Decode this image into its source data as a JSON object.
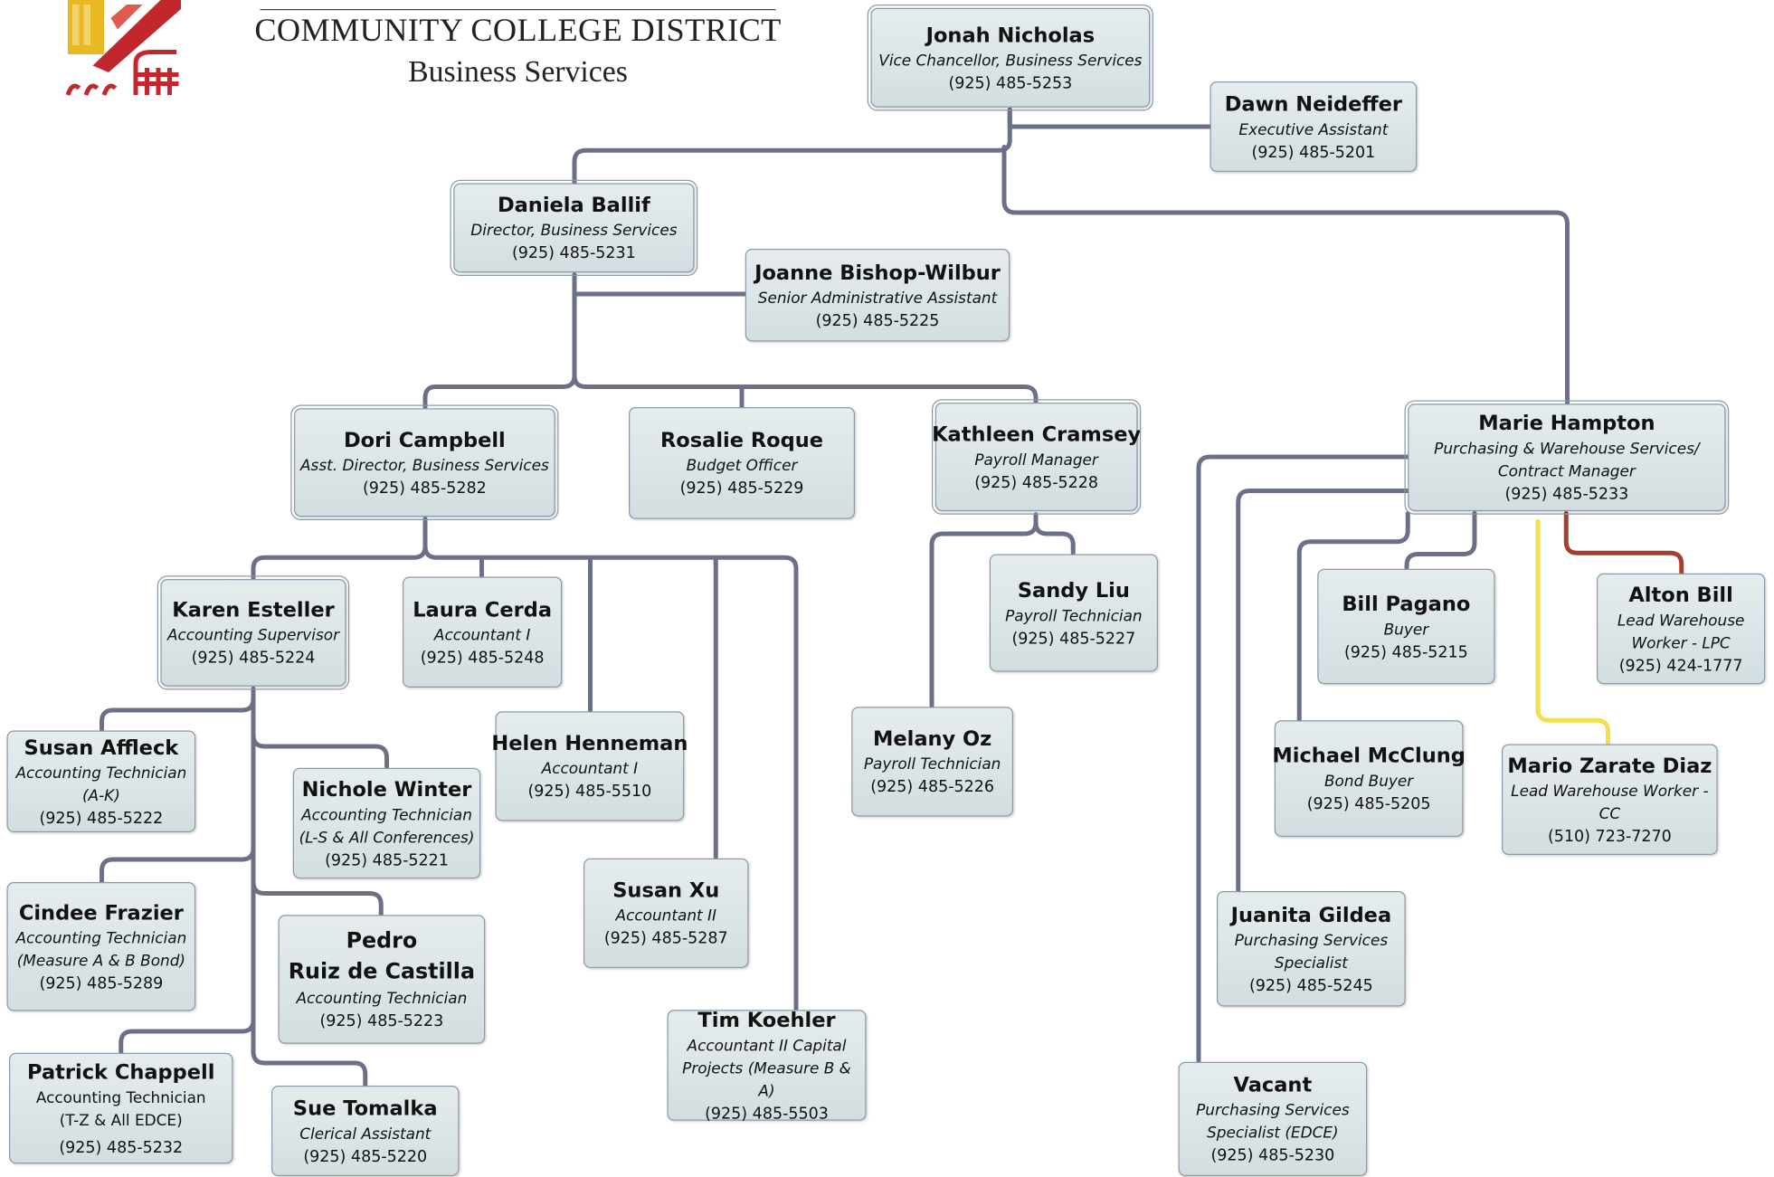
{
  "header": {
    "line1": "COMMUNITY COLLEGE DISTRICT",
    "line2": "Business Services"
  },
  "logo": {
    "icon": "district-logo-icon"
  },
  "colors": {
    "connector": "#6b7088",
    "connector_red": "#a2402c",
    "connector_yellow": "#f5dd4c",
    "box_border": "#8a9aa8"
  },
  "people": {
    "nicholas": {
      "name": "Jonah Nicholas",
      "title": "Vice Chancellor, Business Services",
      "phone": "(925) 485-5253"
    },
    "neideffer": {
      "name": "Dawn Neideffer",
      "title": "Executive Assistant",
      "phone": "(925) 485-5201"
    },
    "ballif": {
      "name": "Daniela Ballif",
      "title": "Director, Business Services",
      "phone": "(925) 485-5231"
    },
    "bishop": {
      "name": "Joanne Bishop-Wilbur",
      "title": "Senior Administrative Assistant",
      "phone": "(925) 485-5225"
    },
    "campbell": {
      "name": "Dori Campbell",
      "title": "Asst. Director, Business Services",
      "phone": "(925) 485-5282"
    },
    "roque": {
      "name": "Rosalie Roque",
      "title": "Budget Officer",
      "phone": "(925) 485-5229"
    },
    "cramsey": {
      "name": "Kathleen Cramsey",
      "title": "Payroll Manager",
      "phone": "(925) 485-5228"
    },
    "hampton": {
      "name": "Marie Hampton",
      "title": "Purchasing & Warehouse Services/\nContract Manager",
      "phone": "(925) 485-5233"
    },
    "esteller": {
      "name": "Karen Esteller",
      "title": "Accounting Supervisor",
      "phone": "(925) 485-5224"
    },
    "cerda": {
      "name": "Laura Cerda",
      "title": "Accountant I",
      "phone": "(925) 485-5248"
    },
    "liu": {
      "name": "Sandy Liu",
      "title": "Payroll Technician",
      "phone": "(925) 485-5227"
    },
    "pagano": {
      "name": "Bill Pagano",
      "title": "Buyer",
      "phone": "(925) 485-5215"
    },
    "alton": {
      "name": "Alton Bill",
      "title": "Lead Warehouse\nWorker - LPC",
      "phone": "(925) 424-1777"
    },
    "affleck": {
      "name": "Susan Affleck",
      "title": "Accounting Technician\n(A-K)",
      "phone": "(925) 485-5222"
    },
    "winter": {
      "name": "Nichole Winter",
      "title": "Accounting Technician\n(L-S & All Conferences)",
      "phone": "(925) 485-5221"
    },
    "henneman": {
      "name": "Helen Henneman",
      "title": "Accountant I",
      "phone": "(925) 485-5510"
    },
    "oz": {
      "name": "Melany Oz",
      "title": "Payroll Technician",
      "phone": "(925) 485-5226"
    },
    "mcclung": {
      "name": "Michael McClung",
      "title": "Bond Buyer",
      "phone": "(925) 485-5205"
    },
    "zarate": {
      "name": "Mario Zarate Diaz",
      "title": "Lead Warehouse Worker -\nCC",
      "phone": "(510) 723-7270"
    },
    "frazier": {
      "name": "Cindee Frazier",
      "title": "Accounting Technician\n(Measure A & B Bond)",
      "phone": "(925) 485-5289"
    },
    "pedro": {
      "name": "Pedro\nRuiz de Castilla",
      "title": "Accounting Technician",
      "phone": "(925) 485-5223"
    },
    "xu": {
      "name": "Susan Xu",
      "title": "Accountant II",
      "phone": "(925) 485-5287"
    },
    "gildea": {
      "name": "Juanita Gildea",
      "title": "Purchasing Services\nSpecialist",
      "phone": "(925) 485-5245"
    },
    "koehler": {
      "name": "Tim Koehler",
      "title": "Accountant II Capital\nProjects (Measure B & A)",
      "phone": "(925) 485-5503"
    },
    "chappell": {
      "name": "Patrick Chappell",
      "title": "Accounting Technician\n(T-Z & All EDCE)",
      "phone": "(925) 485-5232"
    },
    "tomalka": {
      "name": "Sue Tomalka",
      "title": "Clerical Assistant",
      "phone": "(925) 485-5220"
    },
    "vacant": {
      "name": "Vacant",
      "title": "Purchasing Services\nSpecialist (EDCE)",
      "phone": "(925) 485-5230"
    }
  }
}
